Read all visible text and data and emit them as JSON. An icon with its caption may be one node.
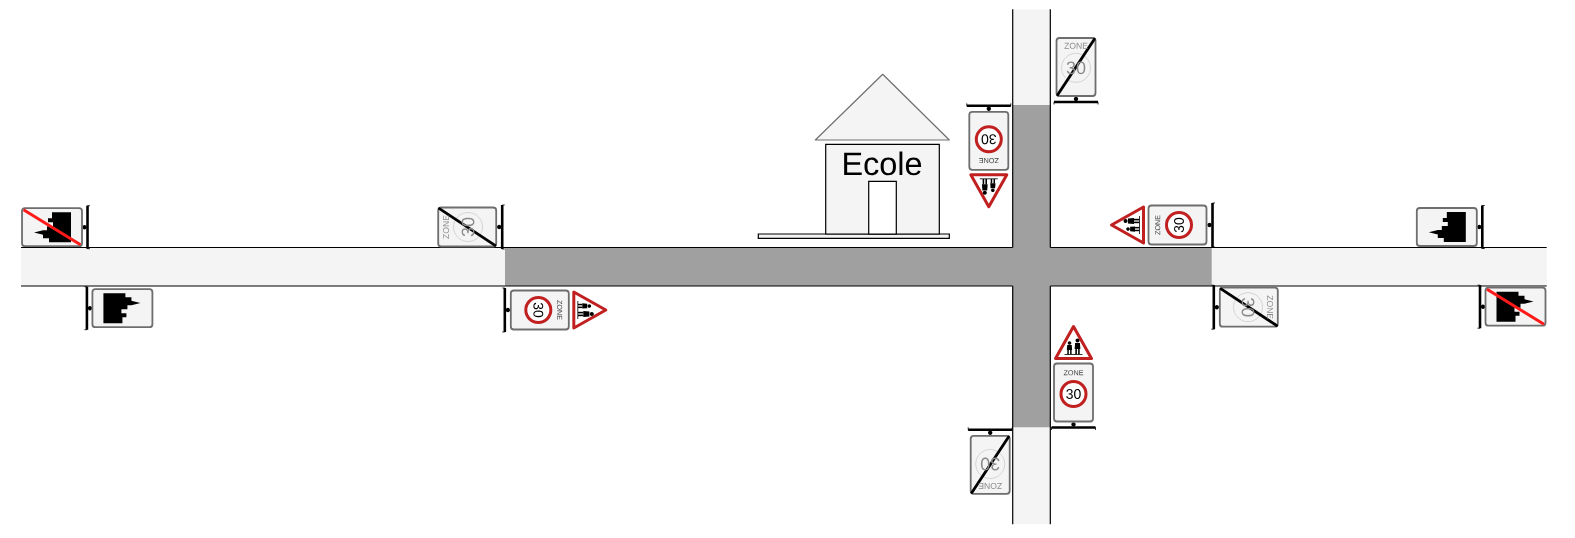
{
  "diagram": {
    "nodes": [
      {
        "text": [
          "ZONE",
          "30"
        ]
      },
      {
        "text": [
          "Ecole"
        ]
      },
      {
        "text": [
          "ZONE",
          "30"
        ]
      },
      {
        "text": [],
        "shape": "box"
      },
      {
        "text": [
          "ZONE",
          "30"
        ]
      },
      {
        "text": [
          "ZONE",
          "30"
        ]
      },
      {
        "text": [],
        "shape": "box"
      },
      {
        "text": [],
        "shape": "box"
      },
      {
        "text": [
          "ZONE",
          "30"
        ]
      },
      {
        "text": [
          "ZONE",
          "30"
        ]
      },
      {
        "text": [],
        "shape": "box"
      },
      {
        "text": [
          "ZONE",
          "30"
        ]
      },
      {
        "text": [
          "ZONE",
          "30"
        ]
      }
    ]
  }
}
